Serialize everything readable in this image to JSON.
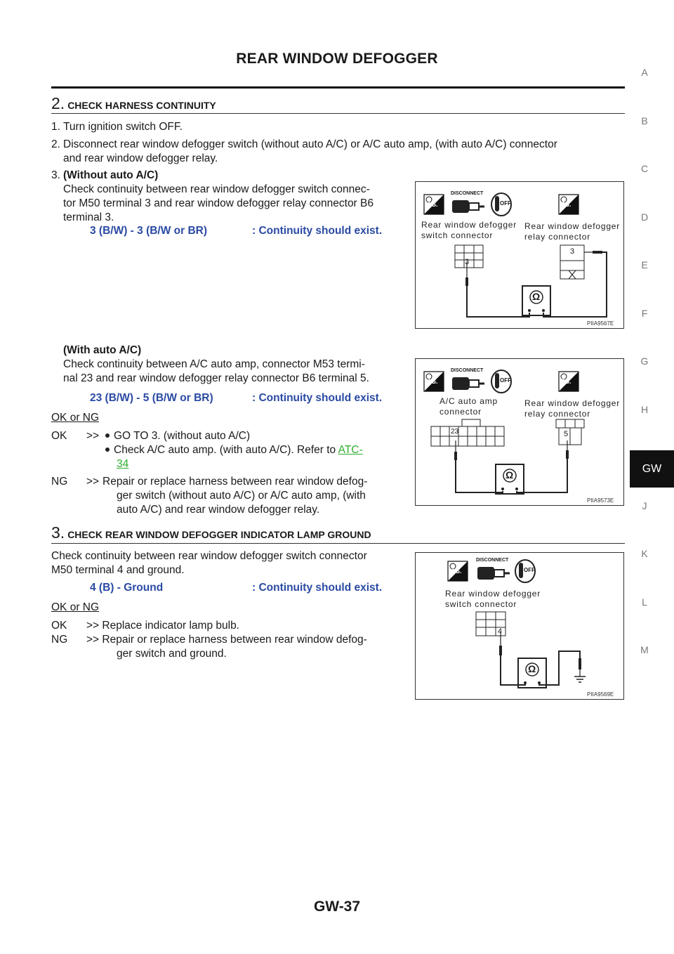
{
  "header": {
    "title": "REAR WINDOW DEFOGGER"
  },
  "step2": {
    "number": "2.",
    "title": "CHECK HARNESS CONTINUITY",
    "item1": "1. Turn ignition switch OFF.",
    "item2_num": "2.",
    "item2_line1": "Disconnect rear window defogger switch (without auto A/C) or A/C auto amp, (with auto A/C) connector",
    "item2_line2": "and rear window defogger relay.",
    "item3_num": "3.",
    "item3_heading": "(Without auto A/C)",
    "item3_line1": "Check continuity between rear window defogger switch connec-",
    "item3_line2": "tor M50 terminal 3 and rear window defogger relay connector B6",
    "item3_line3": "terminal 3.",
    "spec1_terms": "3 (B/W) - 3 (B/W or BR)",
    "spec1_result": ": Continuity should exist.",
    "with_heading": "(With auto A/C)",
    "with_line1": "Check continuity between A/C auto amp, connector M53 termi-",
    "with_line2": "nal 23 and rear window defogger relay connector B6 terminal 5.",
    "spec2_terms": "23 (B/W) - 5 (B/W or BR)",
    "spec2_result": ": Continuity should exist.",
    "ok_ng": "OK or NG",
    "ok_label": "OK",
    "arrow": ">>",
    "ok_bullet1": "GO TO 3. (without auto A/C)",
    "ok_bullet2_pre": "Check A/C auto amp. (with auto A/C). Refer to",
    "ok_link_a": "ATC-",
    "ok_link_b": "34",
    "ng_label": "NG",
    "ng_line1": "Repair or replace harness between rear window defog-",
    "ng_line2": "ger switch (without auto A/C) or A/C auto amp, (with",
    "ng_line3": "auto A/C) and rear window defogger relay."
  },
  "step3": {
    "number": "3.",
    "title": "CHECK REAR WINDOW DEFOGGER INDICATOR LAMP GROUND",
    "line1": "Check continuity between rear window defogger switch connector",
    "line2": "M50 terminal 4 and ground.",
    "spec_terms": "4 (B) - Ground",
    "spec_result": ": Continuity should exist.",
    "ok_ng": "OK or NG",
    "ok_label": "OK",
    "ok_text": ">> Replace indicator lamp bulb.",
    "ng_label": "NG",
    "ng_line1": ">> Repair or replace harness between rear window defog-",
    "ng_line2": "ger switch and ground."
  },
  "fig1": {
    "hs": "H.S.",
    "ts": "T.S.",
    "disconnect": "DISCONNECT",
    "off": "OFF",
    "ohm": "Ω",
    "label_left_1": "Rear window defogger",
    "label_left_2": "switch connector",
    "label_right_1": "Rear window defogger",
    "label_right_2": "relay connector",
    "pin_left": "3",
    "pin_right": "3",
    "code": "PIIA9567E"
  },
  "fig2": {
    "hs": "H.S.",
    "ts": "T.S.",
    "disconnect": "DISCONNECT",
    "off": "OFF",
    "ohm": "Ω",
    "label_left_1": "A/C auto amp",
    "label_left_2": "connector",
    "label_right_1": "Rear window defogger",
    "label_right_2": "relay connector",
    "pin_left": "23",
    "pin_right": "5",
    "code": "PIIA9573E"
  },
  "fig3": {
    "hs": "H.S.",
    "disconnect": "DISCONNECT",
    "off": "OFF",
    "ohm": "Ω",
    "label_1": "Rear window defogger",
    "label_2": "switch connector",
    "pin": "4",
    "code": "PIIA9569E"
  },
  "side_index": {
    "letters": [
      "A",
      "B",
      "C",
      "D",
      "E",
      "F",
      "G",
      "H",
      "GW",
      "J",
      "K",
      "L",
      "M"
    ]
  },
  "footer": {
    "page": "GW-37"
  }
}
